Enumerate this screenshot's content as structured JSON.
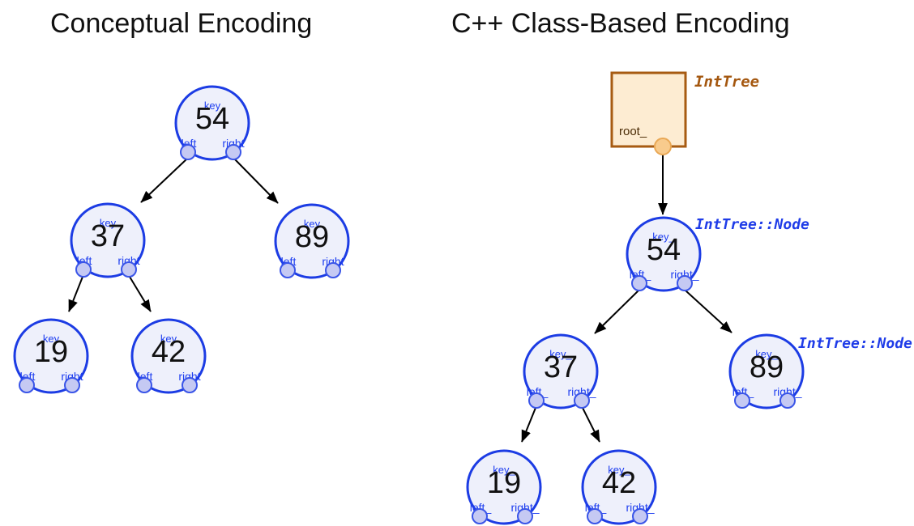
{
  "titles": {
    "left": "Conceptual Encoding",
    "right": "C++ Class-Based Encoding"
  },
  "conceptual_tree": {
    "field_labels": {
      "key": "key",
      "left": "left",
      "right": "right"
    },
    "nodes": {
      "n54": {
        "value": "54"
      },
      "n37": {
        "value": "37"
      },
      "n89": {
        "value": "89"
      },
      "n19": {
        "value": "19"
      },
      "n42": {
        "value": "42"
      }
    }
  },
  "class_tree": {
    "type_labels": {
      "tree": "IntTree",
      "node": "IntTree::Node"
    },
    "tree_object": {
      "root_field": "root_"
    },
    "field_labels": {
      "key": "key_",
      "left": "left_",
      "right": "right_"
    },
    "nodes": {
      "n54": {
        "value": "54"
      },
      "n37": {
        "value": "37"
      },
      "n89": {
        "value": "89"
      },
      "n19": {
        "value": "19"
      },
      "n42": {
        "value": "42"
      }
    }
  },
  "colors": {
    "node_border": "#1c3ce4",
    "node_fill": "#eef0fb",
    "port_fill": "#c5c9f3",
    "label_blue": "#1e3ef0",
    "value_text": "#111111",
    "tree_box_fill": "#fdecd2",
    "tree_box_border": "#a75b12",
    "tree_type_label": "#a4570f",
    "node_type_label": "#1f3ce8",
    "root_field_text": "#4a2b05",
    "orange_port_fill": "#f8cb8d",
    "arrow": "#000000"
  }
}
